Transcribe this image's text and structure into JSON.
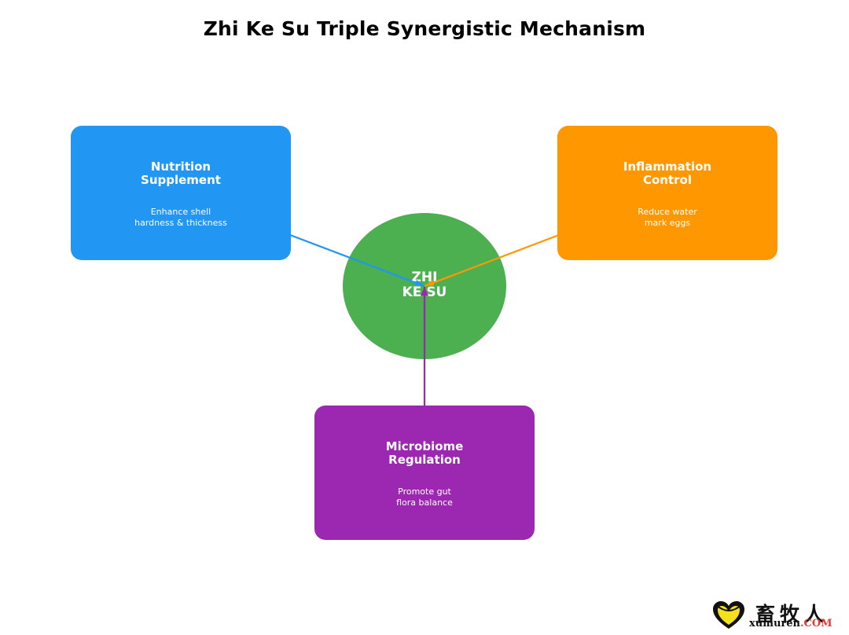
{
  "title": "Zhi Ke Su Triple Synergistic Mechanism",
  "center": {
    "label": "ZHI\nKE SU",
    "color": "#4caf50"
  },
  "nodes": [
    {
      "id": "nutrition",
      "title": "Nutrition\nSupplement",
      "description": "Enhance shell\nhardness & thickness",
      "color": "#2196f3"
    },
    {
      "id": "inflammation",
      "title": "Inflammation\nControl",
      "description": "Reduce water\nmark eggs",
      "color": "#ff9800"
    },
    {
      "id": "microbiome",
      "title": "Microbiome\nRegulation",
      "description": "Promote gut\nflora balance",
      "color": "#9c27b0"
    }
  ],
  "watermark": {
    "chinese": "畜牧人",
    "domain": "xumuren",
    "tld": ".COM"
  }
}
